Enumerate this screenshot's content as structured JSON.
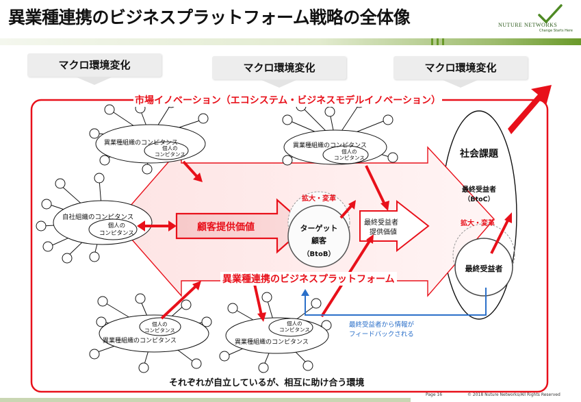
{
  "title": "異業種連携のビジネスプラットフォーム戦略の全体像",
  "logo": {
    "name": "NUTURE NETWORKS",
    "tagline": "Change Starts Here"
  },
  "macro_labels": [
    "マクロ環境変化",
    "マクロ環境変化",
    "マクロ環境変化"
  ],
  "market_innovation": "市場イノベーション（エコシステム・ビジネスモデルイノベーション）",
  "clusters": {
    "top_left": {
      "org": "異業種組織のコンピタンス",
      "indiv": "個人の\nコンピタンス"
    },
    "top_center": {
      "org": "異業種組織のコンピタンス",
      "indiv": "個人の\nコンピタンス"
    },
    "own": {
      "org": "自社組織のコンピタンス",
      "indiv": "個人の\nコンピタンス"
    },
    "bottom_left": {
      "org": "異業種組織のコンピタンス",
      "indiv": "個人の\nコンピタンス"
    },
    "bottom_center": {
      "org": "異業種組織のコンピタンス",
      "indiv": "個人の\nコンピタンス"
    }
  },
  "customer_value": "顧客提供価値",
  "expand_change_1": "拡大・変革",
  "target": {
    "line1": "ターゲット",
    "line2": "顧客",
    "line3": "（BtoB）"
  },
  "end_value": {
    "line1": "最終受益者",
    "line2": "提供価値"
  },
  "platform": "異業種連携のビジネスプラットフォーム",
  "social": {
    "title": "社会課題",
    "beneficiary": "最終受益者",
    "btoc": "（BtoC）",
    "expand_change": "拡大・変革",
    "end_beneficiary": "最終受益者"
  },
  "feedback": {
    "line1": "最終受益者から情報が",
    "line2": "フィードバックされる"
  },
  "bottom_caption": "それぞれが自立しているが、相互に助け合う環境",
  "footer": {
    "page": "Page 16",
    "copyright": "© 2018 Nuture Networks/All Rights Reserved"
  },
  "colors": {
    "red": "#e8101a",
    "blue": "#2a6fc9",
    "green": "#6a9a2a"
  }
}
